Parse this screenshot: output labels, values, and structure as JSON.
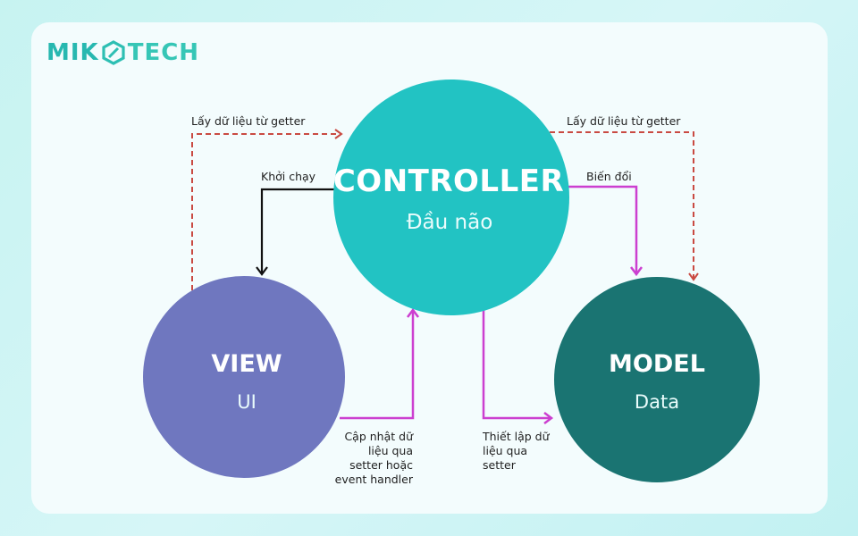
{
  "logo": {
    "part1": "MIK",
    "part2": "TECH",
    "icon": "hexagon-link-icon"
  },
  "colors": {
    "controller": "#22c3c3",
    "view": "#6f77bf",
    "model": "#1a7472",
    "magenta_arrow": "#cc3fd0",
    "dashed_arrow": "#c94a42",
    "black_arrow": "#111111"
  },
  "nodes": {
    "controller": {
      "title": "CONTROLLER",
      "subtitle": "Đầu não"
    },
    "view": {
      "title": "VIEW",
      "subtitle": "UI"
    },
    "model": {
      "title": "MODEL",
      "subtitle": "Data"
    }
  },
  "edges": {
    "view_to_controller_getter": {
      "label": "Lấy dữ liệu từ getter",
      "style": "dashed"
    },
    "controller_to_model_getter": {
      "label": "Lấy dữ liệu từ getter",
      "style": "dashed"
    },
    "controller_to_view_start": {
      "label": "Khởi chạy",
      "style": "solid-black"
    },
    "controller_to_model_transform": {
      "label": "Biến đổi",
      "style": "solid-magenta"
    },
    "view_to_controller_update": {
      "label_lines": [
        "Cập nhật dữ",
        "liệu qua",
        "setter hoặc",
        "event handler"
      ],
      "style": "solid-magenta"
    },
    "controller_to_model_set": {
      "label_lines": [
        "Thiết lập dữ",
        "liệu qua",
        "setter"
      ],
      "style": "solid-magenta"
    }
  }
}
